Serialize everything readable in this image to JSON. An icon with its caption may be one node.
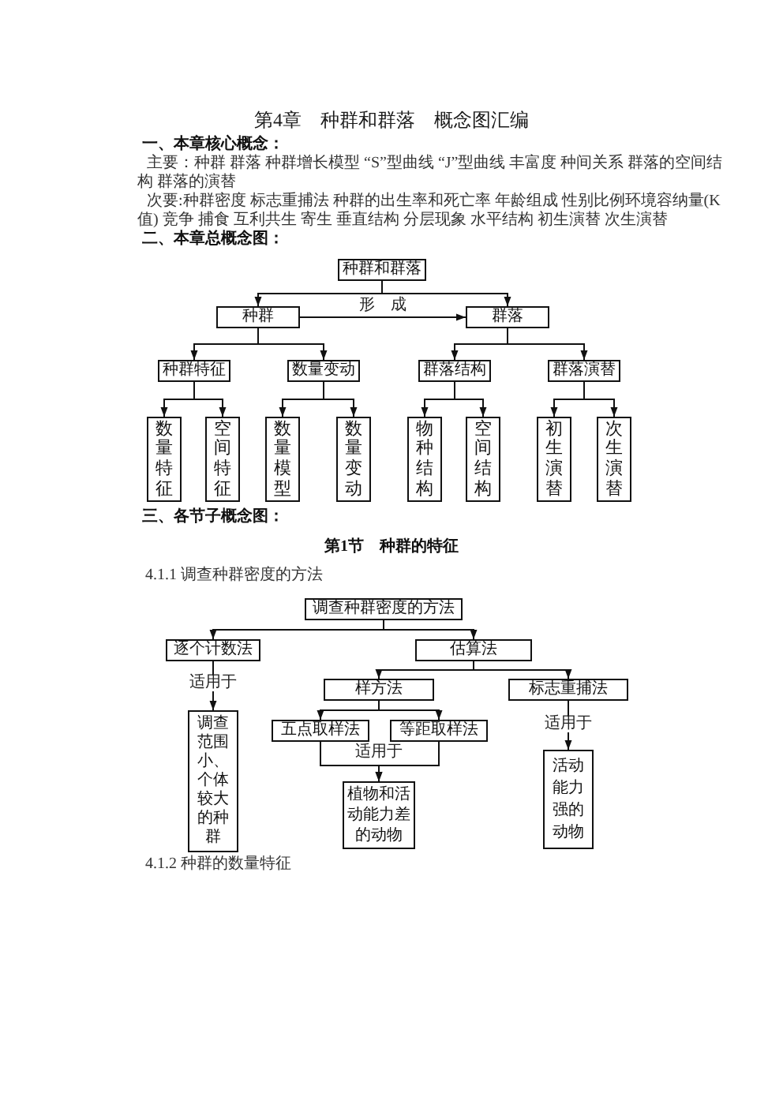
{
  "diagram": {
    "title": "第4章　种群和群落　概念图汇编",
    "nodes": [
      {
        "text": [
          "种群和群落"
        ]
      },
      {
        "text": [
          "种群"
        ]
      },
      {
        "text": [
          "群落"
        ]
      },
      {
        "text": [
          "种群特征"
        ]
      },
      {
        "text": [
          "数量变动"
        ]
      },
      {
        "text": [
          "群落结构"
        ]
      },
      {
        "text": [
          "群落演替"
        ]
      },
      {
        "text": [
          "数量特征"
        ]
      },
      {
        "text": [
          "空间特征"
        ]
      },
      {
        "text": [
          "数量模型"
        ]
      },
      {
        "text": [
          "数量变动"
        ]
      },
      {
        "text": [
          "物种结构"
        ]
      },
      {
        "text": [
          "空间结构"
        ]
      },
      {
        "text": [
          "初生演替"
        ]
      },
      {
        "text": [
          "次生演替"
        ]
      },
      {
        "text": [
          "调查种群密度的方法"
        ]
      },
      {
        "text": [
          "逐个计数法"
        ]
      },
      {
        "text": [
          "估算法"
        ]
      },
      {
        "text": [
          "样方法"
        ]
      },
      {
        "text": [
          "标志重捕法"
        ]
      },
      {
        "text": [
          "调查范围小、个体较大的种群"
        ]
      },
      {
        "text": [
          "五点取样法"
        ]
      },
      {
        "text": [
          "等距取样法"
        ]
      },
      {
        "text": [
          "植物和活动能力差的动物"
        ]
      },
      {
        "text": [
          "活动能力强的动物"
        ]
      }
    ],
    "edges": [
      {
        "from": 0,
        "to": 1,
        "arrow": "to"
      },
      {
        "from": 0,
        "to": 2,
        "arrow": "to"
      },
      {
        "from": 1,
        "to": 2,
        "arrow": "to",
        "label": "形　成"
      },
      {
        "from": 1,
        "to": 3,
        "arrow": "to"
      },
      {
        "from": 1,
        "to": 4,
        "arrow": "to"
      },
      {
        "from": 2,
        "to": 5,
        "arrow": "to"
      },
      {
        "from": 2,
        "to": 6,
        "arrow": "to"
      },
      {
        "from": 3,
        "to": 7,
        "arrow": "to"
      },
      {
        "from": 3,
        "to": 8,
        "arrow": "to"
      },
      {
        "from": 4,
        "to": 9,
        "arrow": "to"
      },
      {
        "from": 4,
        "to": 10,
        "arrow": "to"
      },
      {
        "from": 5,
        "to": 11,
        "arrow": "to"
      },
      {
        "from": 5,
        "to": 12,
        "arrow": "to"
      },
      {
        "from": 6,
        "to": 13,
        "arrow": "to"
      },
      {
        "from": 6,
        "to": 14,
        "arrow": "to"
      },
      {
        "from": 15,
        "to": 16,
        "arrow": "to"
      },
      {
        "from": 15,
        "to": 17,
        "arrow": "to"
      },
      {
        "from": 17,
        "to": 18,
        "arrow": "to"
      },
      {
        "from": 17,
        "to": 19,
        "arrow": "to"
      },
      {
        "from": 16,
        "to": 20,
        "arrow": "to",
        "label": "适用于"
      },
      {
        "from": 18,
        "to": 21,
        "arrow": "to"
      },
      {
        "from": 18,
        "to": 22,
        "arrow": "to"
      },
      {
        "from": 21,
        "to": 23,
        "arrow": "to",
        "label": "适用于"
      },
      {
        "from": 22,
        "to": 23,
        "arrow": "to"
      },
      {
        "from": 19,
        "to": 24,
        "arrow": "to",
        "label": "适用于"
      }
    ],
    "labels": [
      "一、本章核心概念：",
      "主要：种群 群落 种群增长模型 “S”型曲线 “J”型曲线 丰富度 种间关系 群落的空间结构 群落的演替",
      "次要:种群密度 标志重捕法 种群的出生率和死亡率 年龄组成 性别比例环境容纳量(K值) 竞争 捕食 互利共生 寄生 垂直结构 分层现象 水平结构 初生演替 次生演替",
      "二、本章总概念图：",
      "三、各节子概念图：",
      "第1节　种群的特征",
      "4.1.1 调查种群密度的方法",
      "4.1.2 种群的数量特征"
    ]
  }
}
